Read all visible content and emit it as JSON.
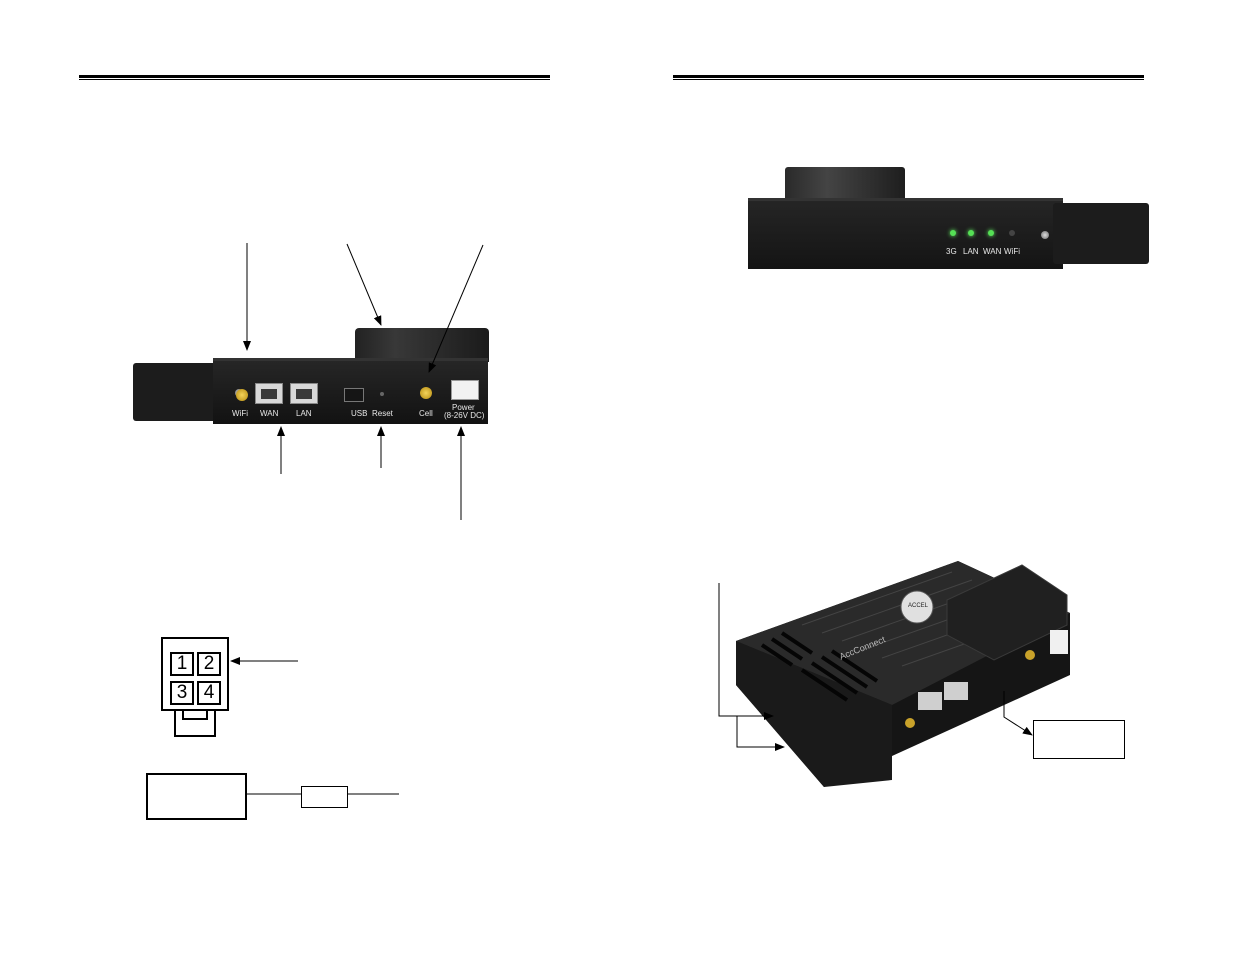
{
  "rear_panel": {
    "labels": [
      "WiFi",
      "WAN",
      "LAN",
      "USB",
      "Reset",
      "Cell",
      "Power",
      "(8-26V DC)"
    ]
  },
  "front_panel": {
    "led_labels": [
      "3G",
      "LAN",
      "WAN",
      "WiFi"
    ]
  },
  "pin_diagram": {
    "pins": [
      "1",
      "2",
      "3",
      "4"
    ]
  },
  "product": {
    "brand_mark": "AccConnect",
    "badge_text": "ACCEL"
  }
}
